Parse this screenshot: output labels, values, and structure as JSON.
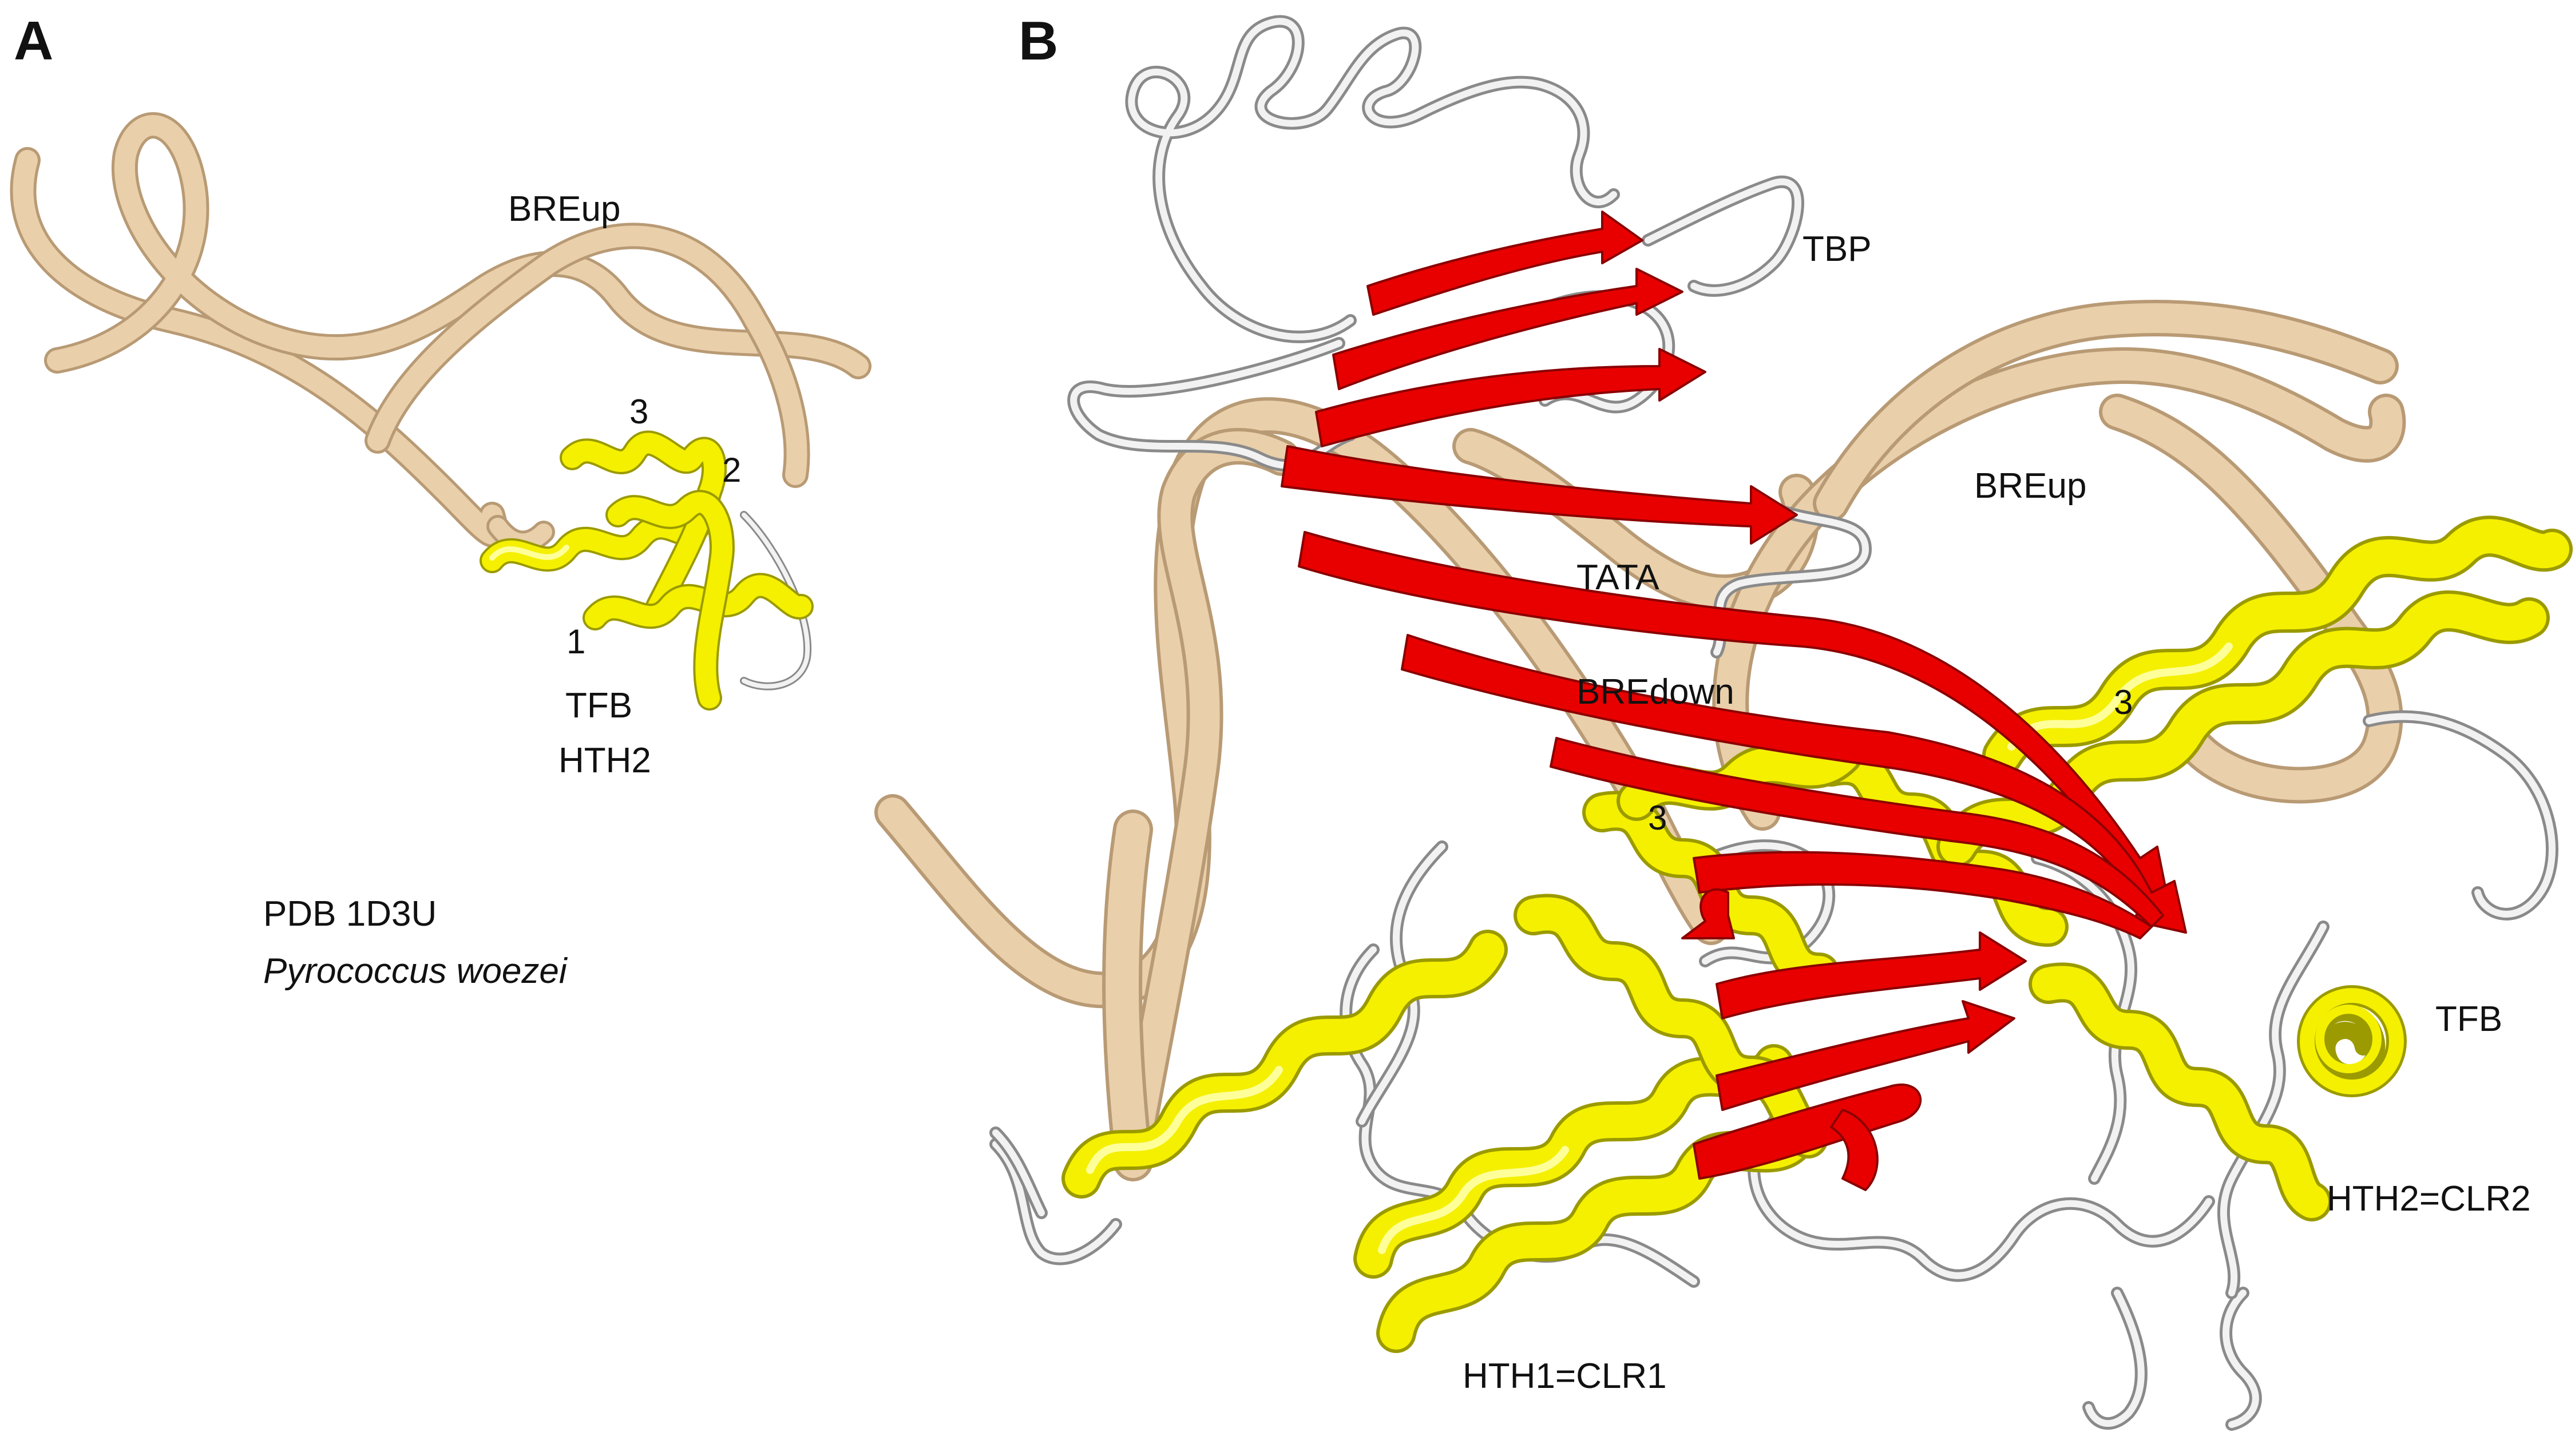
{
  "panels": {
    "a": {
      "letter": "A",
      "dna_label": "BREup",
      "helix_numbers": [
        "1",
        "2",
        "3"
      ],
      "protein_label_line1": "TFB",
      "protein_label_line2": "HTH2",
      "pdb_id": "PDB 1D3U",
      "organism": "Pyrococcus woezei"
    },
    "b": {
      "letter": "B",
      "labels": {
        "tbp": "TBP",
        "breup": "BREup",
        "tata": "TATA",
        "bredown": "BREdown",
        "helix_three_right": "3",
        "helix_three_left": "3",
        "tfb": "TFB",
        "hth2": "HTH2=CLR2",
        "hth1": "HTH1=CLR1"
      }
    }
  },
  "colors": {
    "dna": "#e9cfaa",
    "tfb_helix": "#f4f000",
    "tbp_strand": "#e80000",
    "coil": "#dcdcdc",
    "text": "#111111"
  }
}
